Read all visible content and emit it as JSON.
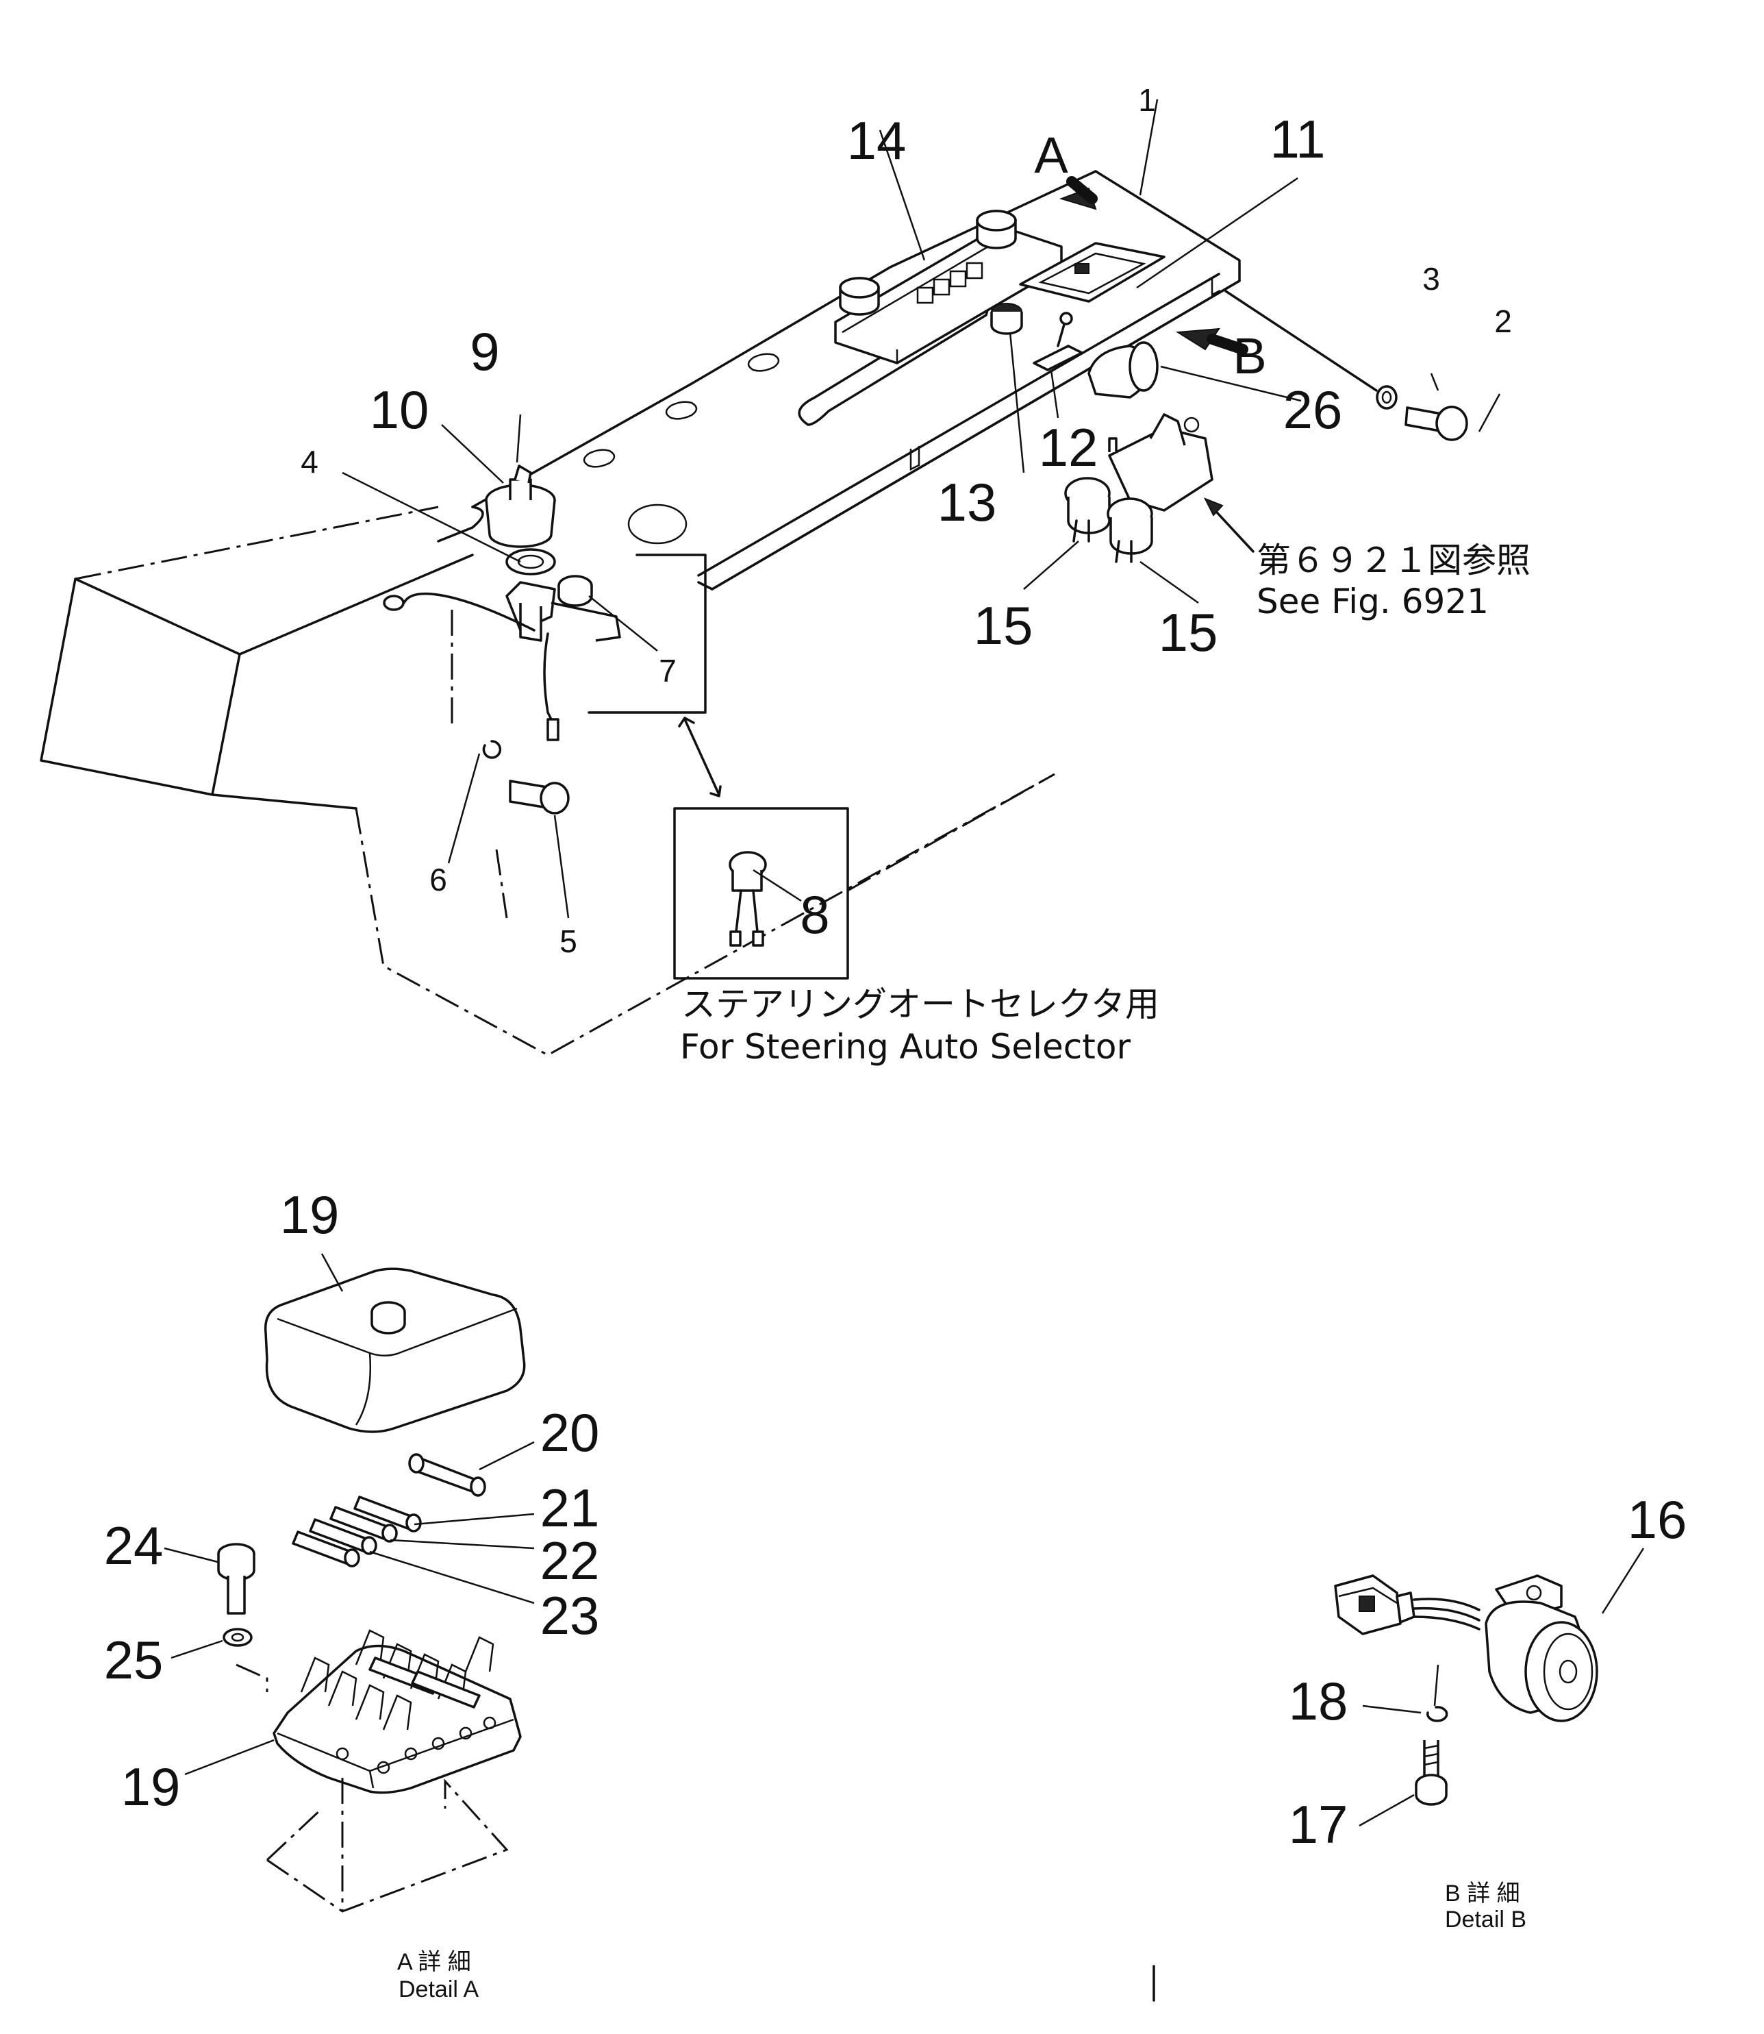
{
  "callouts": {
    "p1": "1",
    "p2": "2",
    "p3": "3",
    "p4": "4",
    "p5": "5",
    "p6": "6",
    "p7": "7",
    "p8": "8",
    "p9": "9",
    "p10": "10",
    "p11": "11",
    "p12": "12",
    "p13": "13",
    "p14": "14",
    "p15a": "15",
    "p15b": "15",
    "p16": "16",
    "p17": "17",
    "p18": "18",
    "p19a": "19",
    "p19b": "19",
    "p20": "20",
    "p21": "21",
    "p22": "22",
    "p23": "23",
    "p24": "24",
    "p25": "25",
    "p26": "26"
  },
  "view_markers": {
    "a": "A",
    "b": "B"
  },
  "notes": {
    "see_fig_jp": "第６９２１図参照",
    "see_fig_en": "See Fig. 6921",
    "steering_jp": "ステアリングオートセレクタ用",
    "steering_en": "For Steering Auto Selector"
  },
  "details": {
    "a_jp": "A 詳 細",
    "a_en": "Detail A",
    "b_jp": "B 詳 細",
    "b_en": "Detail B"
  }
}
